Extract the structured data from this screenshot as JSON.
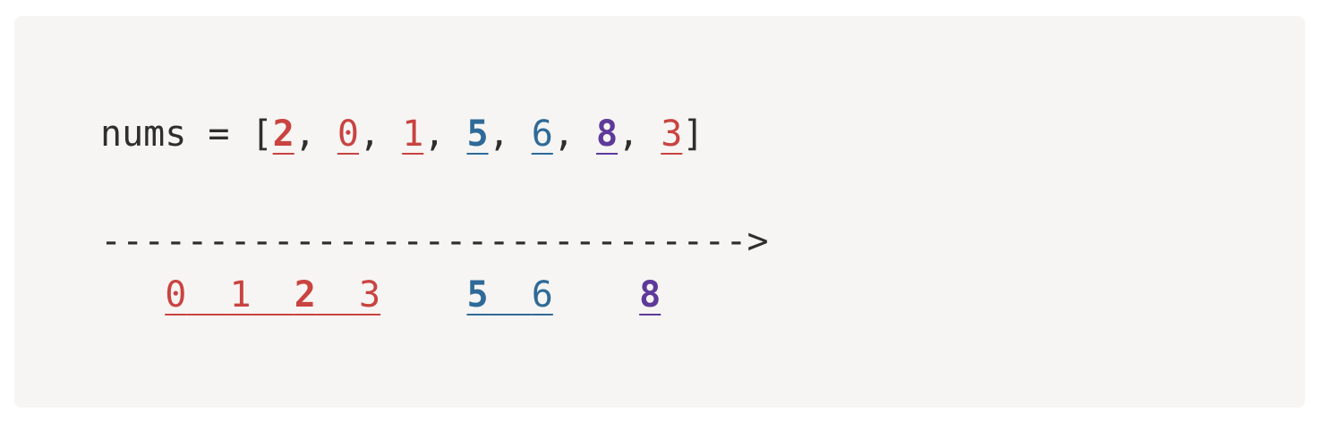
{
  "code": {
    "array_prefix": "nums = [",
    "array_suffix": "]",
    "separator": ", ",
    "elements": [
      {
        "value": "2",
        "group": "red",
        "bold": true
      },
      {
        "value": "0",
        "group": "red",
        "bold": false
      },
      {
        "value": "1",
        "group": "red",
        "bold": false
      },
      {
        "value": "5",
        "group": "blue",
        "bold": true
      },
      {
        "value": "6",
        "group": "blue",
        "bold": false
      },
      {
        "value": "8",
        "group": "purple",
        "bold": true
      },
      {
        "value": "3",
        "group": "red",
        "bold": false
      }
    ],
    "arrow": "------------------------------>",
    "groups": [
      {
        "color": "red",
        "items": [
          {
            "value": "0",
            "bold": false
          },
          {
            "value": "1",
            "bold": false
          },
          {
            "value": "2",
            "bold": true
          },
          {
            "value": "3",
            "bold": false
          }
        ]
      },
      {
        "color": "blue",
        "items": [
          {
            "value": "5",
            "bold": true
          },
          {
            "value": "6",
            "bold": false
          }
        ]
      },
      {
        "color": "purple",
        "items": [
          {
            "value": "8",
            "bold": true
          }
        ]
      }
    ]
  },
  "colors": {
    "red": "#c94340",
    "blue": "#2f6a98",
    "purple": "#5d3a9a",
    "text": "#2e2e2e",
    "background": "#f6f5f3"
  }
}
